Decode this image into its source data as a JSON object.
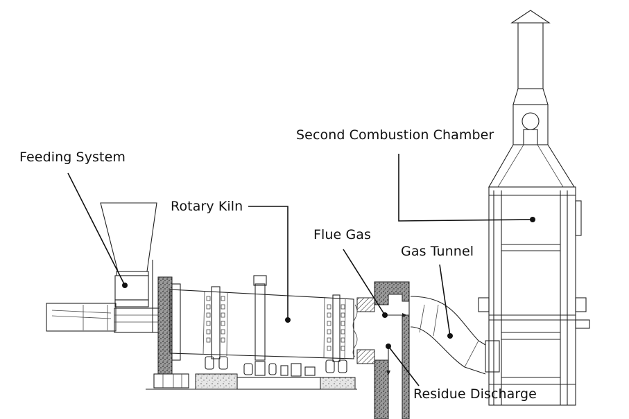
{
  "diagram": {
    "title": "Rotary kiln incineration system",
    "labels": {
      "feeding_system": "Feeding System",
      "rotary_kiln": "Rotary Kiln",
      "flue_gas": "Flue Gas",
      "gas_tunnel": "Gas Tunnel",
      "second_combustion_chamber": "Second Combustion Chamber",
      "residue_discharge": "Residue Discharge"
    },
    "colors": {
      "line": "#222222",
      "text": "#111111",
      "background": "#ffffff"
    }
  }
}
